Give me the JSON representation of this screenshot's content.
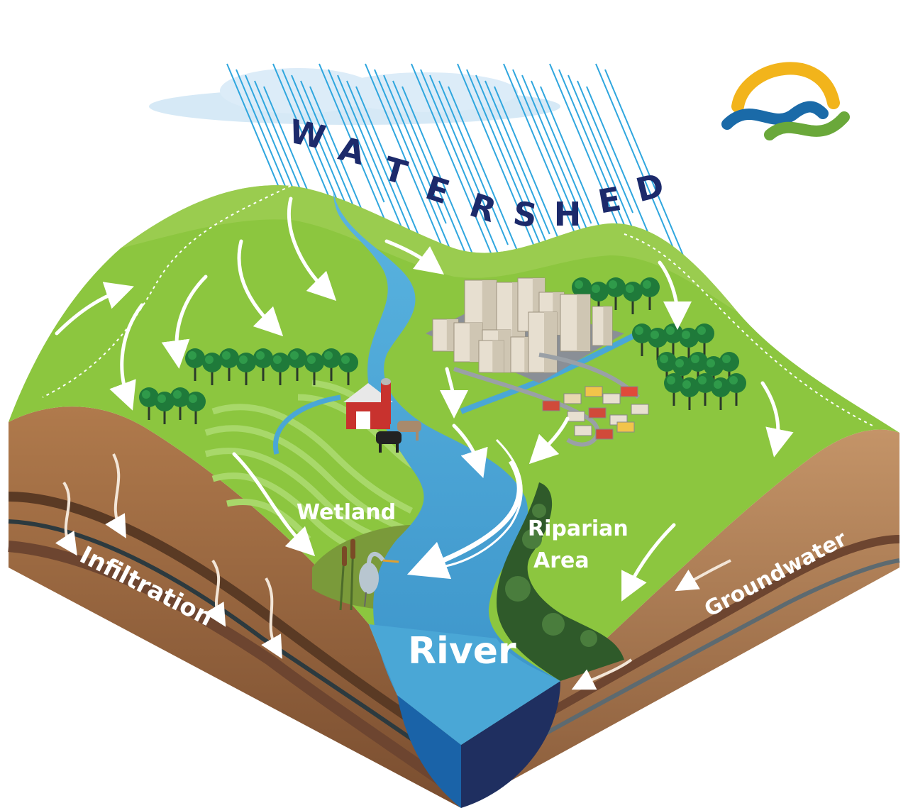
{
  "title_letters": [
    "W",
    "A",
    "T",
    "E",
    "R",
    "S",
    "H",
    "E",
    "D"
  ],
  "labels": {
    "wetland": "Wetland",
    "riparian_line1": "Riparian",
    "riparian_line2": "Area",
    "infiltration": "Infiltration",
    "groundwater": "Groundwater",
    "river": "River"
  },
  "colors": {
    "grass": "#8cc63f",
    "grass_dark": "#6fae2e",
    "water": "#4aa7d6",
    "water_deep": "#1f3b73",
    "soil": "#9a6a45",
    "title": "#1c2a6b",
    "logo_sun": "#f2b41b",
    "logo_wave_blue": "#1a6aa8",
    "logo_wave_green": "#6aa83a"
  },
  "icons": [
    "logo-icon",
    "barn-icon",
    "heron-icon",
    "cow-icon"
  ]
}
